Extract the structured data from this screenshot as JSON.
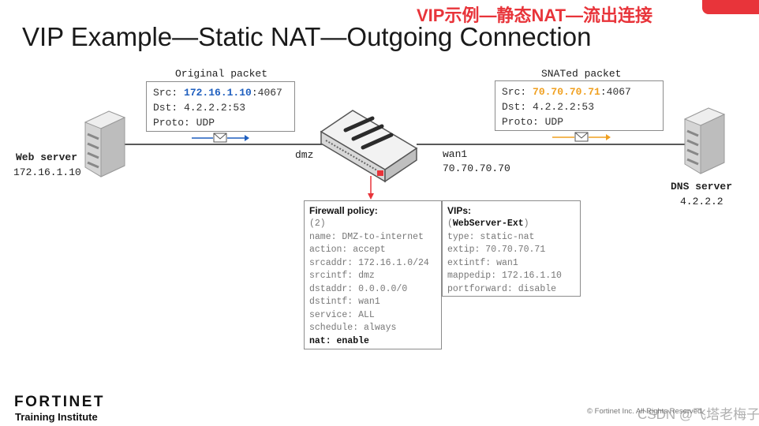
{
  "header": {
    "cn_title": "VIP示例—静态NAT—流出连接",
    "title": "VIP Example—Static NAT—Outgoing Connection"
  },
  "original_packet": {
    "caption": "Original packet",
    "src_label": "Src: ",
    "src_ip": "172.16.1.10",
    "src_port": ":4067",
    "dst": "Dst: 4.2.2.2:53",
    "proto": "Proto: UDP"
  },
  "snated_packet": {
    "caption": "SNATed packet",
    "src_label": "Src: ",
    "src_ip": "70.70.70.71",
    "src_port": ":4067",
    "dst": "Dst: 4.2.2.2:53",
    "proto": "Proto: UDP"
  },
  "web_server": {
    "name": "Web server",
    "ip": "172.16.1.10"
  },
  "dns_server": {
    "name": "DNS server",
    "ip": "4.2.2.2"
  },
  "firewall": {
    "port_in": "dmz",
    "port_out": "wan1",
    "wan_ip": "70.70.70.70"
  },
  "firewall_policy": {
    "title": "Firewall policy:",
    "id": "(2)",
    "lines": [
      "name: DMZ-to-internet",
      "action: accept",
      "srcaddr: 172.16.1.0/24",
      "srcintf: dmz",
      "dstaddr: 0.0.0.0/0",
      "dstintf: wan1",
      "service: ALL",
      "schedule: always"
    ],
    "nat_key": "nat",
    "nat_value": ": enable"
  },
  "vips": {
    "title": "VIPs:",
    "name_open": "(",
    "name": "WebServer-Ext",
    "name_close": ")",
    "lines": [
      "type: static-nat",
      "extip: 70.70.70.71",
      "extintf: wan1",
      "mappedip: 172.16.1.10",
      "portforward: disable"
    ]
  },
  "colors": {
    "accent_red": "#e8343a",
    "flow_blue": "#1f5fbf",
    "flow_orange": "#f0a020"
  },
  "footer": {
    "logo": "FORTINET",
    "logo_sub": "Training Institute",
    "copyright": "© Fortinet Inc. All Rights Reserved.",
    "watermark": "CSDN @飞塔老梅子"
  }
}
